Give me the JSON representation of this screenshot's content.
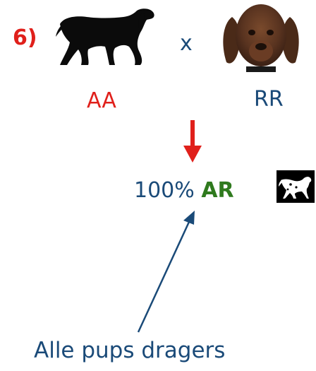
{
  "cross": {
    "number": "6)",
    "times": "x"
  },
  "genotypes": {
    "left": "AA",
    "right": "RR"
  },
  "result": {
    "percent": "100%",
    "genotype": "AR"
  },
  "caption": "Alle pups dragers",
  "colors": {
    "red": "#e0201b",
    "blue": "#1a4a78",
    "green": "#2f7a1e"
  },
  "icons": [
    "black-dog-silhouette-icon",
    "brown-dog-photo-icon",
    "white-dog-silhouette-icon",
    "red-down-arrow-icon",
    "pointer-arrow-icon"
  ]
}
